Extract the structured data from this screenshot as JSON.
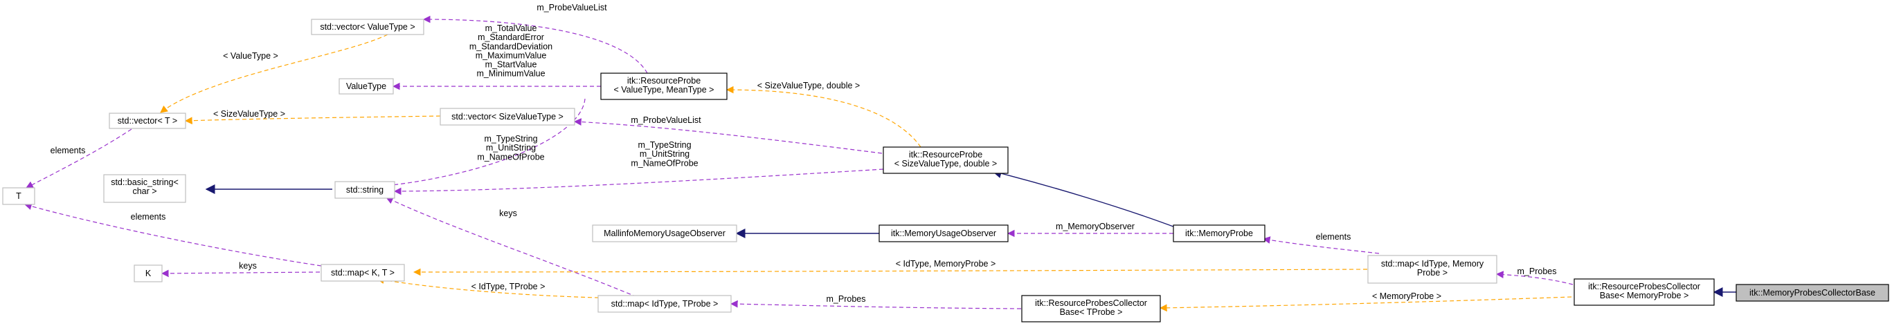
{
  "colors": {
    "inheritance": "#191970",
    "usage": "#9a32cd",
    "template": "#ffa500",
    "node_border_plain": "#bfbfbf",
    "node_border_documented": "#000000",
    "highlight_fill": "#bfbfbf"
  },
  "nodes": {
    "vector_valuetype": {
      "lines": [
        "std::vector< ValueType >"
      ]
    },
    "valuetype": {
      "lines": [
        "ValueType"
      ]
    },
    "vector_t": {
      "lines": [
        "std::vector< T >"
      ]
    },
    "t": {
      "lines": [
        "T"
      ]
    },
    "basic_string": {
      "lines": [
        "std::basic_string<",
        "char >"
      ]
    },
    "string": {
      "lines": [
        "std::string"
      ]
    },
    "k": {
      "lines": [
        "K"
      ]
    },
    "map_kt": {
      "lines": [
        "std::map< K, T >"
      ]
    },
    "vector_svt": {
      "lines": [
        "std::vector< SizeValueType >"
      ]
    },
    "resprobe_vm": {
      "lines": [
        "itk::ResourceProbe",
        "< ValueType, MeanType >"
      ]
    },
    "resprobe_sd": {
      "lines": [
        "itk::ResourceProbe",
        "< SizeValueType, double >"
      ]
    },
    "mallinfo": {
      "lines": [
        "MallinfoMemoryUsageObserver"
      ]
    },
    "memusage": {
      "lines": [
        "itk::MemoryUsageObserver"
      ]
    },
    "memprobe": {
      "lines": [
        "itk::MemoryProbe"
      ]
    },
    "map_idtprobe": {
      "lines": [
        "std::map< IdType, TProbe >"
      ]
    },
    "rpcb_tprobe": {
      "lines": [
        "itk::ResourceProbesCollector",
        "Base< TProbe >"
      ]
    },
    "map_idmem": {
      "lines": [
        "std::map< IdType, Memory",
        "Probe >"
      ]
    },
    "rpcb_mem": {
      "lines": [
        "itk::ResourceProbesCollector",
        "Base< MemoryProbe >"
      ]
    },
    "mpcb": {
      "lines": [
        "itk::MemoryProbesCollectorBase"
      ]
    }
  },
  "edges": {
    "e1": {
      "lines": [
        "m_ProbeValueList"
      ]
    },
    "e2": {
      "lines": [
        "< ValueType >"
      ]
    },
    "e3": {
      "lines": [
        "m_TotalValue",
        "m_StandardError",
        "m_StandardDeviation",
        "m_MaximumValue",
        "m_StartValue",
        "m_MinimumValue"
      ]
    },
    "e4": {
      "lines": [
        "< SizeValueType >"
      ]
    },
    "e5": {
      "lines": [
        "elements"
      ]
    },
    "e6": {
      "lines": [
        "< SizeValueType, double >"
      ]
    },
    "e7": {
      "lines": [
        "m_ProbeValueList"
      ]
    },
    "e8": {
      "lines": [
        "m_TypeString",
        "m_UnitString",
        "m_NameOfProbe"
      ]
    },
    "e9": {
      "lines": [
        "m_TypeString",
        "m_UnitString",
        "m_NameOfProbe"
      ]
    },
    "e10": {
      "lines": [
        "elements"
      ]
    },
    "e11": {
      "lines": [
        "keys"
      ]
    },
    "e12": {
      "lines": [
        "keys"
      ]
    },
    "e13": {
      "lines": [
        "m_MemoryObserver"
      ]
    },
    "e14": {
      "lines": [
        "elements"
      ]
    },
    "e15": {
      "lines": [
        "< IdType, MemoryProbe >"
      ]
    },
    "e16": {
      "lines": [
        "< IdType, TProbe >"
      ]
    },
    "e17": {
      "lines": [
        "m_Probes"
      ]
    },
    "e18": {
      "lines": [
        "< MemoryProbe >"
      ]
    },
    "e19": {
      "lines": [
        "m_Probes"
      ]
    }
  }
}
